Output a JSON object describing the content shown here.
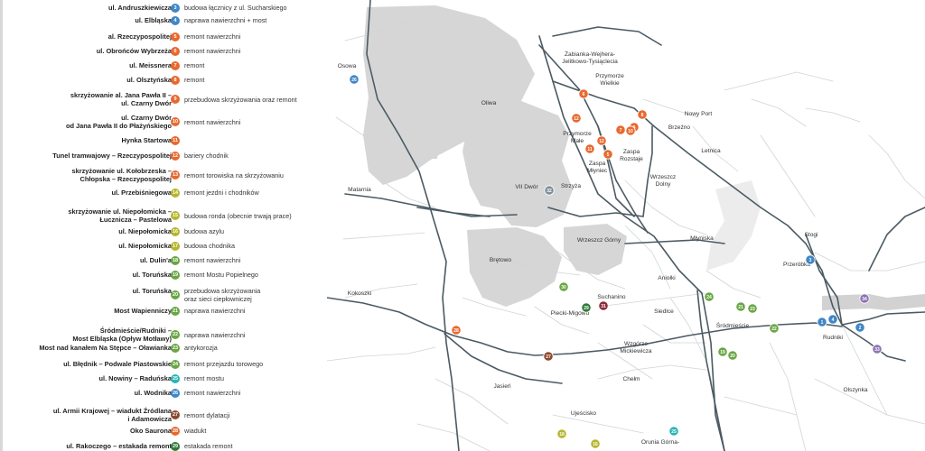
{
  "colors": {
    "orange": "#e8692f",
    "blue": "#3f87c6",
    "green": "#69a645",
    "purple": "#8e73b5",
    "brown": "#8b4a2f",
    "darkgreen": "#2f7a3a",
    "gray": "#7f8f99",
    "yellow": "#b6b52f",
    "teal": "#2bb3b7",
    "darkred": "#8b2a3a",
    "olive": "#8a8a2a",
    "forest": "#d6d6d6",
    "road": "#4b5a63"
  },
  "legend": [
    {
      "location": "ul. Andruszkiewicza",
      "num": "3",
      "color": "blue",
      "description": "budowa łącznicy z ul. Sucharskiego"
    },
    {
      "location": "ul. Elbląska",
      "num": "4",
      "color": "blue",
      "description": "naprawa nawierzchni + most"
    },
    {
      "location": "al. Rzeczypospolitej",
      "num": "5",
      "color": "orange",
      "description": "remont nawierzchni"
    },
    {
      "location": "ul. Obrońców Wybrzeża",
      "num": "6",
      "color": "orange",
      "description": "remont nawierzchni"
    },
    {
      "location": "ul. Meissnera",
      "num": "7",
      "color": "orange",
      "description": "remont"
    },
    {
      "location": "ul. Olsztyńska",
      "num": "8",
      "color": "orange",
      "description": "remont"
    },
    {
      "location": "skrzyżowanie al. Jana Pawła II –\nul. Czarny Dwór",
      "num": "9",
      "color": "orange",
      "description": "przebudowa skrzyżowania oraz remont"
    },
    {
      "location": "ul. Czarny Dwór\nod Jana Pawła II do Płażyńskiego",
      "num": "10",
      "color": "orange",
      "description": "remont nawierzchni"
    },
    {
      "location": "Hynka Startowa",
      "num": "11",
      "color": "orange",
      "description": ""
    },
    {
      "location": "Tunel tramwajowy – Rzeczypospolitej",
      "num": "12",
      "color": "orange",
      "description": "bariery chodnik"
    },
    {
      "location": "skrzyżowanie ul. Kołobrzeska –\nChłopska – Rzeczypospolitej",
      "num": "13",
      "color": "orange",
      "description": "remont torowiska na skrzyżowaniu"
    },
    {
      "location": "ul. Przebiśniegowa",
      "num": "14",
      "color": "yellow",
      "description": "remont jezdni i chodników"
    },
    {
      "location": "skrzyżowanie ul. Niepołomicka –\nŁucznicza – Pastelowa",
      "num": "15",
      "color": "yellow",
      "description": "budowa ronda (obecnie trwają prace)"
    },
    {
      "location": "ul. Niepołomicka",
      "num": "16",
      "color": "yellow",
      "description": "budowa azylu"
    },
    {
      "location": "ul. Niepołomicka",
      "num": "17",
      "color": "yellow",
      "description": "budowa chodnika"
    },
    {
      "location": "ul. Dulin'a",
      "num": "18",
      "color": "green",
      "description": "remont nawierzchni"
    },
    {
      "location": "ul. Toruńska",
      "num": "19",
      "color": "green",
      "description": "remont Mostu Popielnego"
    },
    {
      "location": "ul. Toruńska",
      "num": "20",
      "color": "green",
      "description": "przebudowa skrzyżowania\noraz sieci ciepłowniczej"
    },
    {
      "location": "Most Wapienniczy",
      "num": "21",
      "color": "green",
      "description": "naprawa nawierzchni"
    },
    {
      "location": "Śródmieście/Rudniki –\nMost Elbląska (Opływ Motławy)",
      "num": "22",
      "color": "green",
      "description": "naprawa nawierzchni"
    },
    {
      "location": "Most nad kanałem Na Stępce – Oławianka",
      "num": "23",
      "color": "green",
      "description": "antykorozja"
    },
    {
      "location": "ul. Błędnik – Podwale Piastowskie",
      "num": "24",
      "color": "green",
      "description": "remont przejazdu torowego"
    },
    {
      "location": "ul. Nowiny – Raduńska",
      "num": "25",
      "color": "teal",
      "description": "remont mostu"
    },
    {
      "location": "ul. Wodnika",
      "num": "26",
      "color": "blue",
      "description": "remont nawierzchni"
    },
    {
      "location": "ul. Armii Krajowej – wiadukt Źródlana\ni Adamowicza",
      "num": "27",
      "color": "brown",
      "description": "remont dylatacji"
    },
    {
      "location": "Oko Saurona",
      "num": "28",
      "color": "orange",
      "description": "wiadukt"
    },
    {
      "location": "ul. Rakoczego – estakada remont",
      "num": "29",
      "color": "darkgreen",
      "description": "estakada remont"
    }
  ],
  "map_labels": [
    "Osowa",
    "Oliwa",
    "Żabianka-Wejhera-\nJelitkowo-Tysiąclecia",
    "Przymorze\nWielkie",
    "Przymorze\nMałe",
    "Zaspa\nMłyniec",
    "Zaspa\nRozstaje",
    "Brzeźno",
    "Nowy Port",
    "Letnica",
    "VII Dwór",
    "Strzyża",
    "Wrzeszcz\nDolny",
    "Matarnia",
    "Wrzeszcz Górny",
    "Młyniska",
    "Stogi",
    "Przeróbka",
    "Brętowo",
    "Kokoszki",
    "Aniołki",
    "Suchanino",
    "Piecki-Migowo",
    "Siedlce",
    "Śródmieście",
    "Rudniki",
    "Wzgórze\nMickiewicza",
    "Jasień",
    "Chełm",
    "Olszynka",
    "Ujeścisko",
    "Orunia Górna-"
  ],
  "map_markers": [
    {
      "num": "26",
      "color": "blue"
    },
    {
      "num": "6",
      "color": "orange"
    },
    {
      "num": "12",
      "color": "orange"
    },
    {
      "num": "8",
      "color": "orange"
    },
    {
      "num": "9",
      "color": "orange"
    },
    {
      "num": "7",
      "color": "orange"
    },
    {
      "num": "10",
      "color": "orange"
    },
    {
      "num": "12",
      "color": "orange"
    },
    {
      "num": "11",
      "color": "orange"
    },
    {
      "num": "5",
      "color": "orange"
    },
    {
      "num": "32",
      "color": "gray"
    },
    {
      "num": "3",
      "color": "blue"
    },
    {
      "num": "34",
      "color": "purple"
    },
    {
      "num": "1",
      "color": "blue"
    },
    {
      "num": "4",
      "color": "blue"
    },
    {
      "num": "2",
      "color": "blue"
    },
    {
      "num": "33",
      "color": "purple"
    },
    {
      "num": "30",
      "color": "green"
    },
    {
      "num": "29",
      "color": "darkgreen"
    },
    {
      "num": "31",
      "color": "darkred"
    },
    {
      "num": "24",
      "color": "green"
    },
    {
      "num": "21",
      "color": "green"
    },
    {
      "num": "23",
      "color": "green"
    },
    {
      "num": "22",
      "color": "green"
    },
    {
      "num": "28",
      "color": "orange"
    },
    {
      "num": "27",
      "color": "brown"
    },
    {
      "num": "19",
      "color": "green"
    },
    {
      "num": "20",
      "color": "green"
    },
    {
      "num": "18",
      "color": "yellow"
    },
    {
      "num": "16",
      "color": "yellow"
    },
    {
      "num": "25",
      "color": "teal"
    }
  ]
}
